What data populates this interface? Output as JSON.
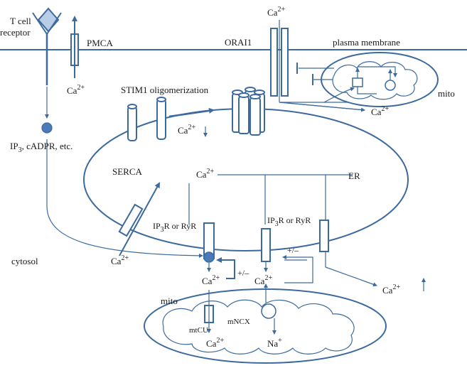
{
  "labels": {
    "tcr_line1": "T cell",
    "tcr_line2": "receptor",
    "pmca": "PMCA",
    "pmca_ca": "Ca",
    "orai1": "ORAI1",
    "orai1_ca": "Ca",
    "plasma_membrane": "plasma membrane",
    "mito_top": "mito",
    "mito_top_ca": "Ca",
    "stim1": "STIM1 oligomerization",
    "stim_ca": "Ca",
    "ip3_main": "IP",
    "ip3_sub": "3",
    "ip3_rest": ", cADPR, etc.",
    "serca": "SERCA",
    "er_ca": "Ca",
    "er": "ER",
    "ip3r_left_a": "IP",
    "ip3r_left_sub": "3",
    "ip3r_left_b": "R or RyR",
    "ip3r_right_a": "IP",
    "ip3r_right_sub": "3",
    "ip3r_right_b": "R or RyR",
    "cytosol": "cytosol",
    "cytosol_ca": "Ca",
    "feedback_left": "+/–",
    "feedback_right": "+/–",
    "ca_below_left": "Ca",
    "ca_below_mid": "Ca",
    "ca_right_out": "Ca",
    "mito_bottom": "mito",
    "mtcu": "mtCU",
    "mncx": "mNCX",
    "mito_bottom_ca": "Ca",
    "na": "Na",
    "ca_superscript": "2+",
    "na_superscript": "+"
  },
  "colors": {
    "stroke": "#3d6a9e",
    "fill_dot": "#4a7ab8",
    "diamond_fill": "#b9cde6"
  }
}
